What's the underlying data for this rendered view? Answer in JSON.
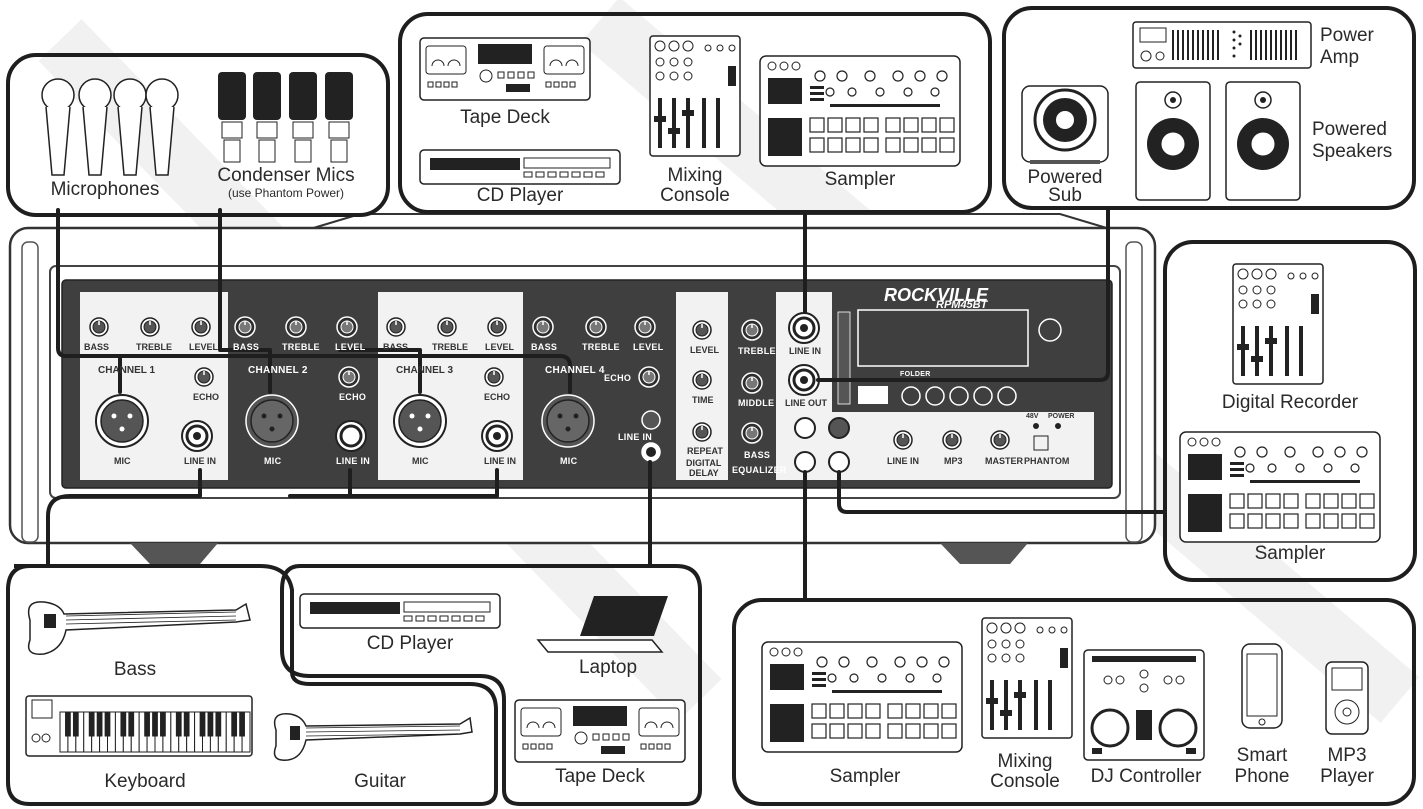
{
  "top_left_box": {
    "mics_label": "Microphones",
    "condenser_label": "Condenser Mics",
    "condenser_note": "(use Phantom Power)"
  },
  "top_center_box": {
    "tape_deck_label": "Tape Deck",
    "cd_player_label": "CD Player",
    "mixing_label_1": "Mixing",
    "mixing_label_2": "Console",
    "sampler_label": "Sampler"
  },
  "top_right_box": {
    "power_amp_1": "Power",
    "power_amp_2": "Amp",
    "powered_speakers_1": "Powered",
    "powered_speakers_2": "Speakers",
    "powered_sub_1": "Powered",
    "powered_sub_2": "Sub"
  },
  "right_box": {
    "digital_recorder_label": "Digital Recorder",
    "sampler_label": "Sampler"
  },
  "mixer": {
    "brand": "ROCKVILLE",
    "model": "RPM45BT",
    "channels": [
      {
        "name": "CHANNEL 1",
        "knobs": [
          "BASS",
          "TREBLE",
          "LEVEL"
        ],
        "echo": "ECHO",
        "mic": "MIC",
        "line": "LINE IN"
      },
      {
        "name": "CHANNEL 2",
        "knobs": [
          "BASS",
          "TREBLE",
          "LEVEL"
        ],
        "echo": "ECHO",
        "mic": "MIC",
        "line": "LINE IN"
      },
      {
        "name": "CHANNEL 3",
        "knobs": [
          "BASS",
          "TREBLE",
          "LEVEL"
        ],
        "echo": "ECHO",
        "mic": "MIC",
        "line": "LINE IN"
      },
      {
        "name": "CHANNEL 4",
        "knobs": [
          "BASS",
          "TREBLE",
          "LEVEL"
        ],
        "echo": "ECHO",
        "mic": "MIC",
        "line": "LINE IN"
      }
    ],
    "delay_knobs": [
      "LEVEL",
      "TIME",
      "REPEAT"
    ],
    "delay_title_1": "DIGITAL",
    "delay_title_2": "DELAY",
    "eq_knobs": [
      "TREBLE",
      "MIDDLE",
      "BASS"
    ],
    "eq_title": "EQUALIZER",
    "line_in": "LINE IN",
    "line_out": "LINE OUT",
    "master_knobs": [
      "LINE IN",
      "MP3",
      "MASTER"
    ],
    "phantom": "PHANTOM",
    "v48": "48V",
    "power": "POWER",
    "folder": "FOLDER"
  },
  "bottom_left_box": {
    "bass_label": "Bass",
    "keyboard_label": "Keyboard",
    "guitar_label": "Guitar"
  },
  "bottom_mid_box": {
    "cd_player_label": "CD Player",
    "laptop_label": "Laptop",
    "tape_deck_label": "Tape Deck"
  },
  "bottom_right_box": {
    "sampler_label": "Sampler",
    "mixing_label_1": "Mixing",
    "mixing_label_2": "Console",
    "dj_label": "DJ Controller",
    "phone_label_1": "Smart",
    "phone_label_2": "Phone",
    "mp3_label_1": "MP3",
    "mp3_label_2": "Player"
  },
  "colors": {
    "line": "#1e1e1e",
    "panel": "#3f3f3f",
    "panel_light": "#f2f2f2",
    "rack": "#ffffff"
  }
}
